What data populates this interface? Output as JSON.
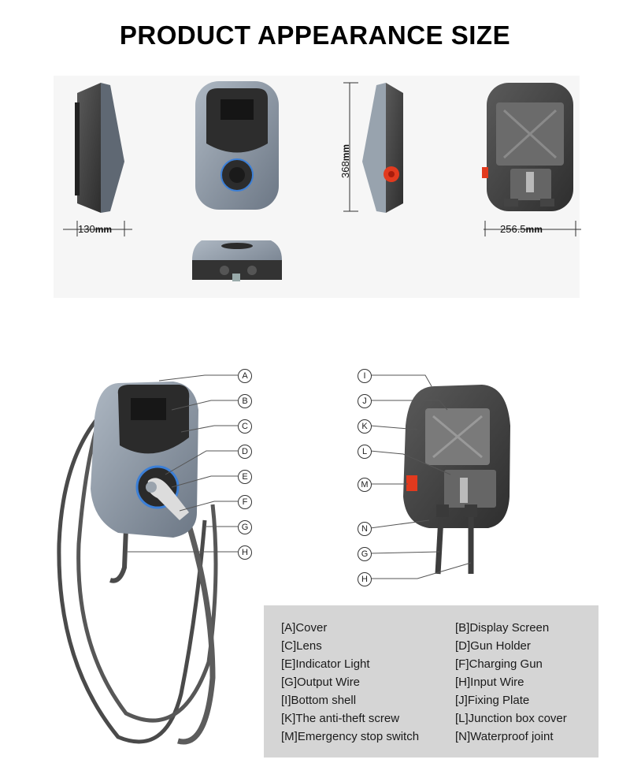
{
  "title": "PRODUCT APPEARANCE SIZE",
  "dimensions": {
    "depth": {
      "value": "130",
      "unit": "mm"
    },
    "height": {
      "value": "368",
      "unit": "mm"
    },
    "width": {
      "value": "256.5",
      "unit": "mm"
    }
  },
  "callouts_front": [
    "A",
    "B",
    "C",
    "D",
    "E",
    "F",
    "G",
    "H"
  ],
  "callouts_back": [
    "I",
    "J",
    "K",
    "L",
    "M",
    "N",
    "G",
    "H"
  ],
  "legend": [
    {
      "left": "[A]Cover",
      "right": "[B]Display Screen"
    },
    {
      "left": "[C]Lens",
      "right": "[D]Gun Holder"
    },
    {
      "left": "[E]Indicator Light",
      "right": "[F]Charging Gun"
    },
    {
      "left": "[G]Output Wire",
      "right": "[H]Input Wire"
    },
    {
      "left": "[I]Bottom shell",
      "right": "[J]Fixing Plate"
    },
    {
      "left": "[K]The anti-theft screw",
      "right": "[L]Junction box cover"
    },
    {
      "left": "[M]Emergency stop switch",
      "right": "[N]Waterproof joint"
    }
  ],
  "colors": {
    "shell": "#7f8c99",
    "dark": "#3a3a3a",
    "ring": "#3c7fd6",
    "stop": "#e23a1e"
  }
}
